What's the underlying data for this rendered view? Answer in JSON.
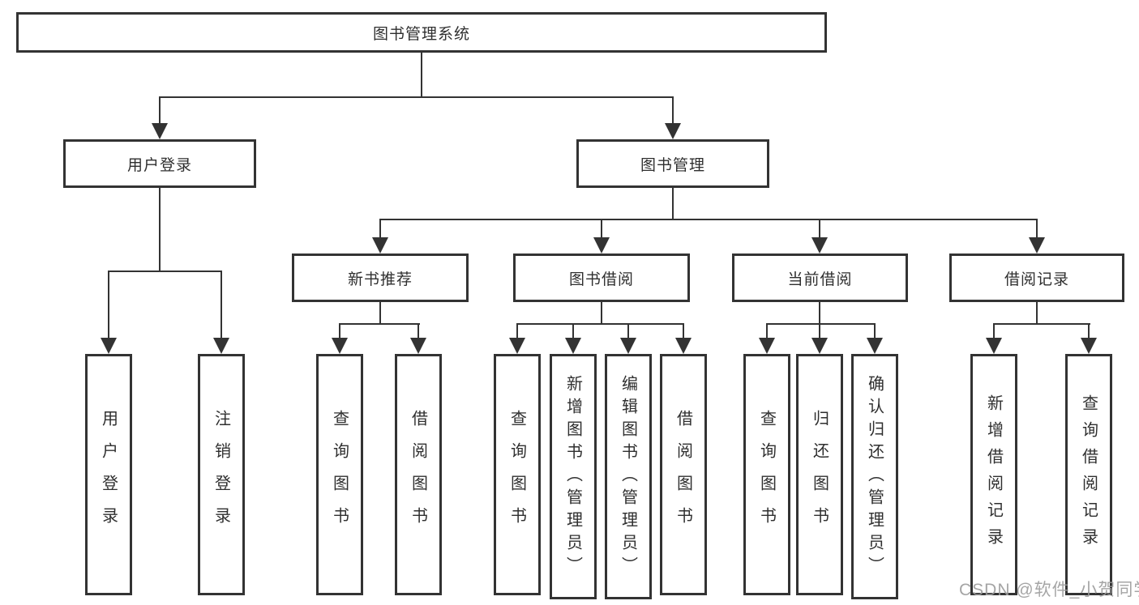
{
  "tree": {
    "root_label": "图书管理系统",
    "user_login": {
      "label": "用户登录",
      "children": [
        "用户登录",
        "注销登录"
      ]
    },
    "book_mgmt": {
      "label": "图书管理",
      "groups": [
        {
          "label": "新书推荐",
          "children": [
            "查询图书",
            "借阅图书"
          ]
        },
        {
          "label": "图书借阅",
          "children": [
            "查询图书",
            "新增图书（管理员）",
            "编辑图书（管理员）",
            "借阅图书"
          ]
        },
        {
          "label": "当前借阅",
          "children": [
            "查询图书",
            "归还图书",
            "确认归还（管理员）"
          ]
        },
        {
          "label": "借阅记录",
          "children": [
            "新增借阅记录",
            "查询借阅记录"
          ]
        }
      ]
    }
  },
  "watermark": "CSDN @软件_小贺同学",
  "colors": {
    "line": "#333333",
    "box_fill": "#ffffff",
    "text": "#2f2f2f",
    "watermark": "#9b9b9b"
  }
}
